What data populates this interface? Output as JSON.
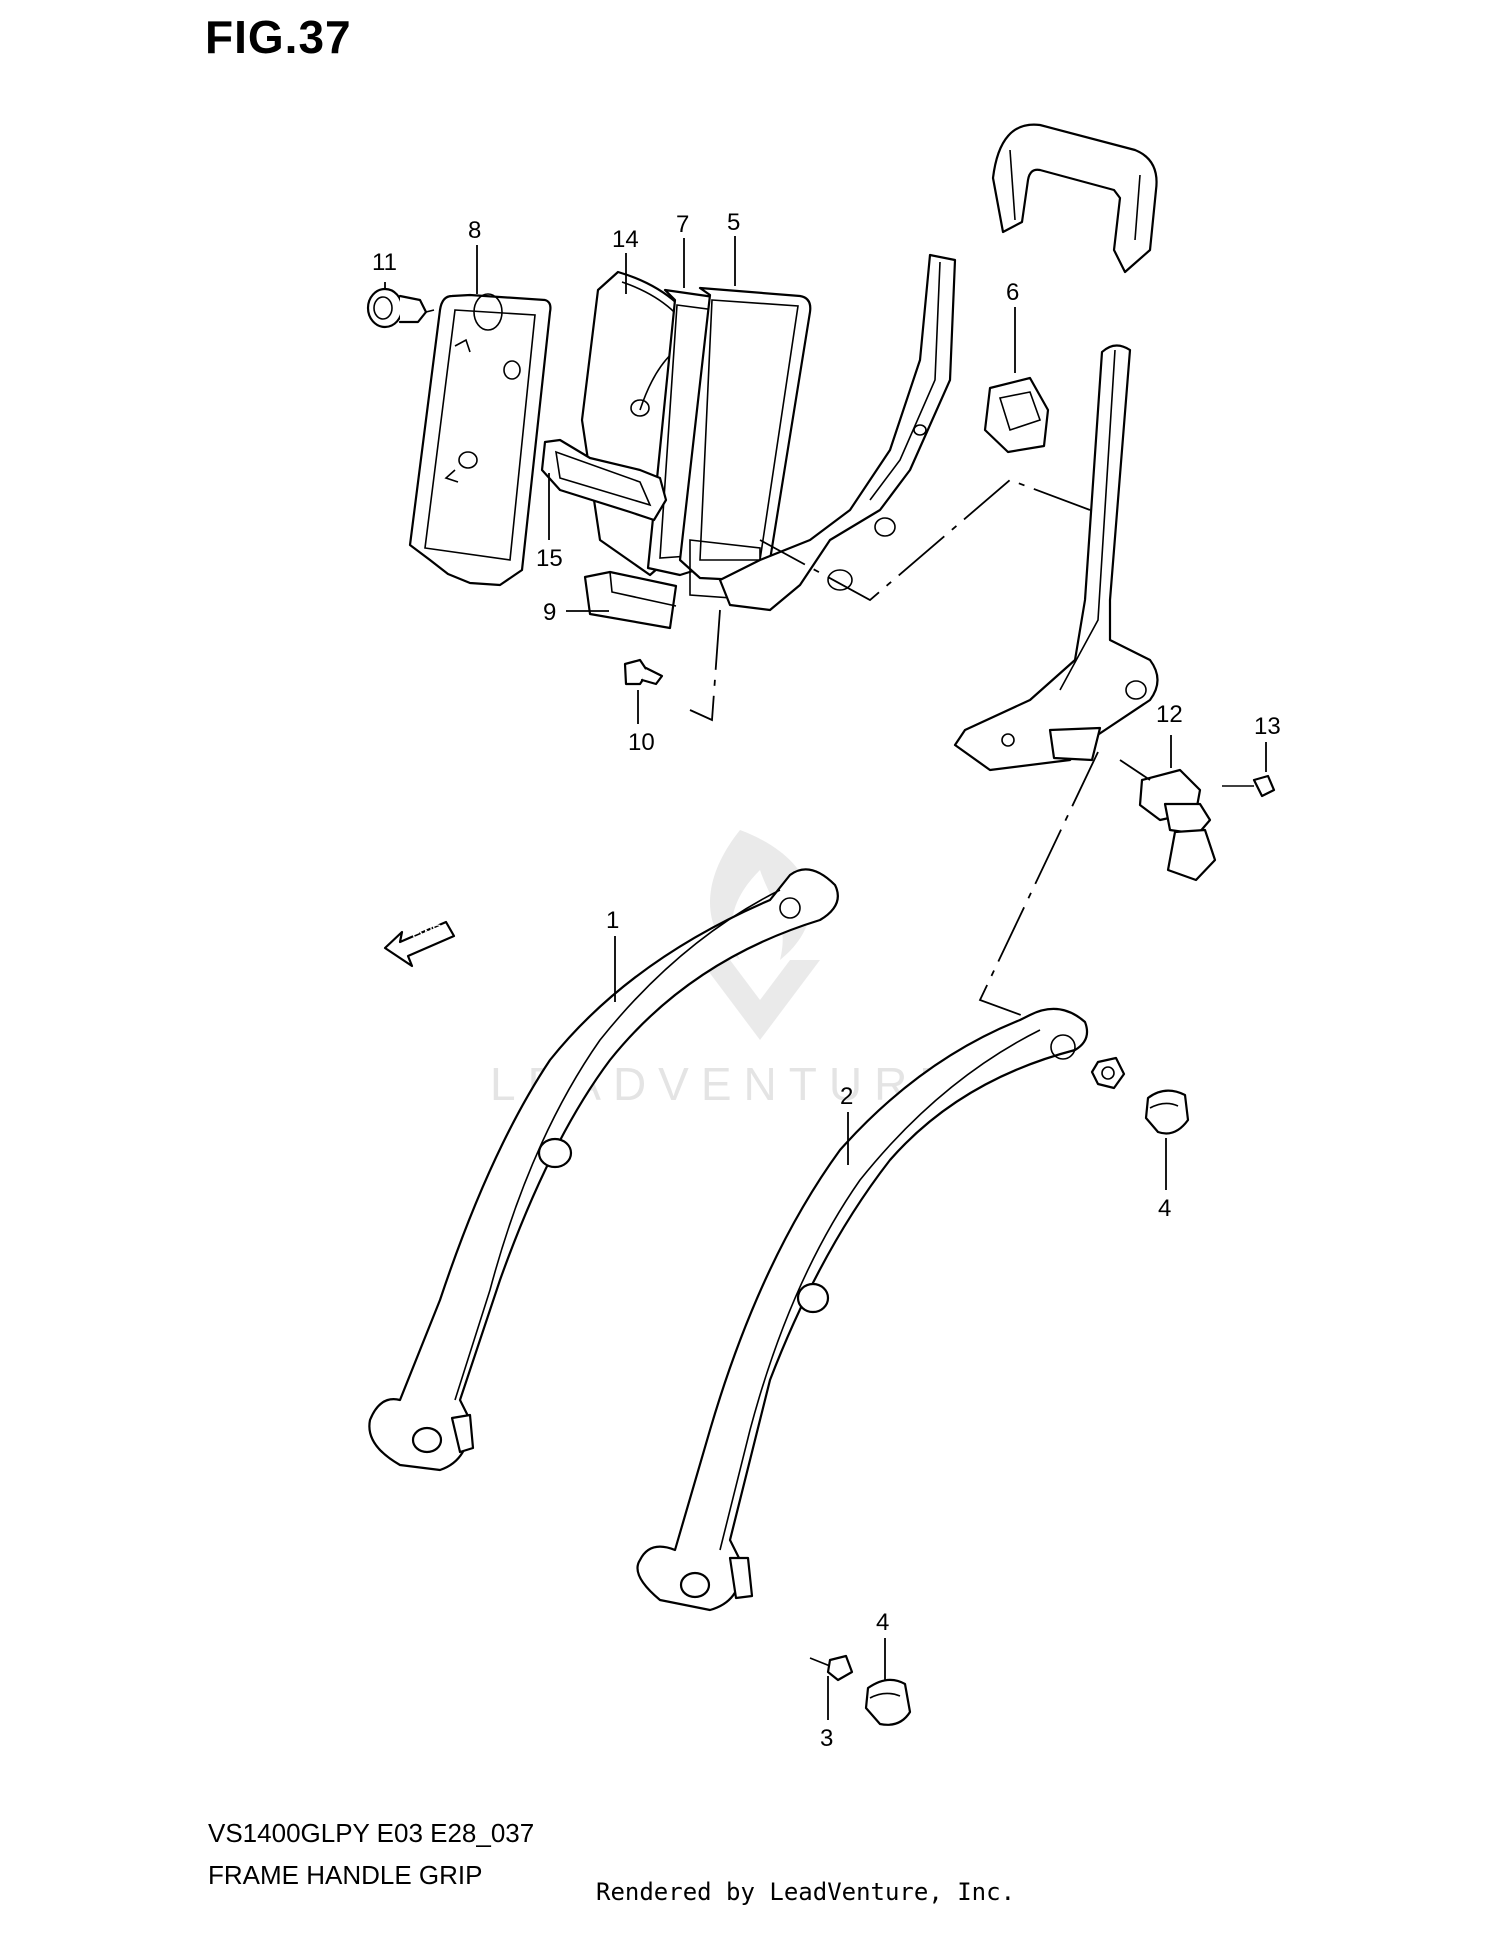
{
  "figure": {
    "title": "FIG.37",
    "model_code": "VS1400GLPY E03 E28_037",
    "section_name": "FRAME HANDLE GRIP",
    "credit": "Rendered by LeadVenture, Inc."
  },
  "watermark": {
    "text": "LEADVENTURE"
  },
  "direction_marker": {
    "text": "FWD"
  },
  "callouts": [
    "11",
    "8",
    "14",
    "7",
    "5",
    "6",
    "15",
    "9",
    "10",
    "12",
    "13",
    "1",
    "2",
    "4",
    "4",
    "3"
  ]
}
